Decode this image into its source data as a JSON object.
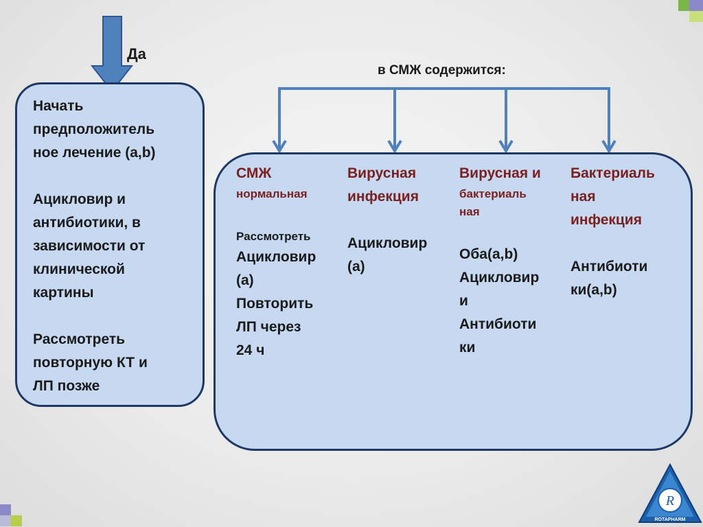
{
  "yes_label": "Да",
  "contains_label": "в СМЖ  содержится:",
  "left_box": {
    "p1": "Начать\nпредположитель\nное лечение (a,b)",
    "p2": "Ацикловир и\nантибиотики, в\nзависимости от\nклинической\nкартины",
    "p3": "Рассмотреть\nповторную КТ и\nЛП  позже"
  },
  "columns": [
    {
      "head": "СМЖ",
      "sub": "нормальная",
      "small": "Рассмотреть",
      "body": "Ацикловир\n(а)\nПовторить\nЛП через\n24 ч"
    },
    {
      "head": "Вирусная\nинфекция",
      "body": "Ацикловир\n(а)"
    },
    {
      "head": "Вирусная и",
      "sub": "бактериаль\nная",
      "body": "Оба(a,b)\nАцикловир\nи\nАнтибиоти\nки"
    },
    {
      "head": "Бактериаль\nная\nинфекция",
      "body": "Антибиоти\nки(a,b)"
    }
  ],
  "logo_text": "ROTAPHARM",
  "colors": {
    "box_fill": "#c6d9f1",
    "box_border": "#1f3864",
    "arrow": "#4f81bd",
    "heading": "#7b2020"
  }
}
